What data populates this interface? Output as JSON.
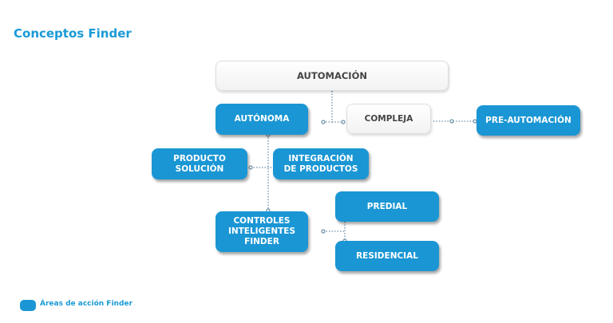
{
  "title": "Conceptos Finder",
  "nodes": {
    "automacion": "AUTOMACIÓN",
    "autonoma": "AUTÓNOMA",
    "compleja": "COMPLEJA",
    "pre_automacion": "PRE-AUTOMACIÓN",
    "producto_solucion": "PRODUCTO\nSOLUCIÓN",
    "integracion": "INTEGRACIÓN\nDE PRODUCTOS",
    "controles": "CONTROLES\nINTELIGENTES\nFINDER",
    "predial": "PREDIAL",
    "residencial": "RESIDENCIAL"
  },
  "legend": {
    "label": "Áreas de acción Finder",
    "color": "#1a96d4"
  }
}
